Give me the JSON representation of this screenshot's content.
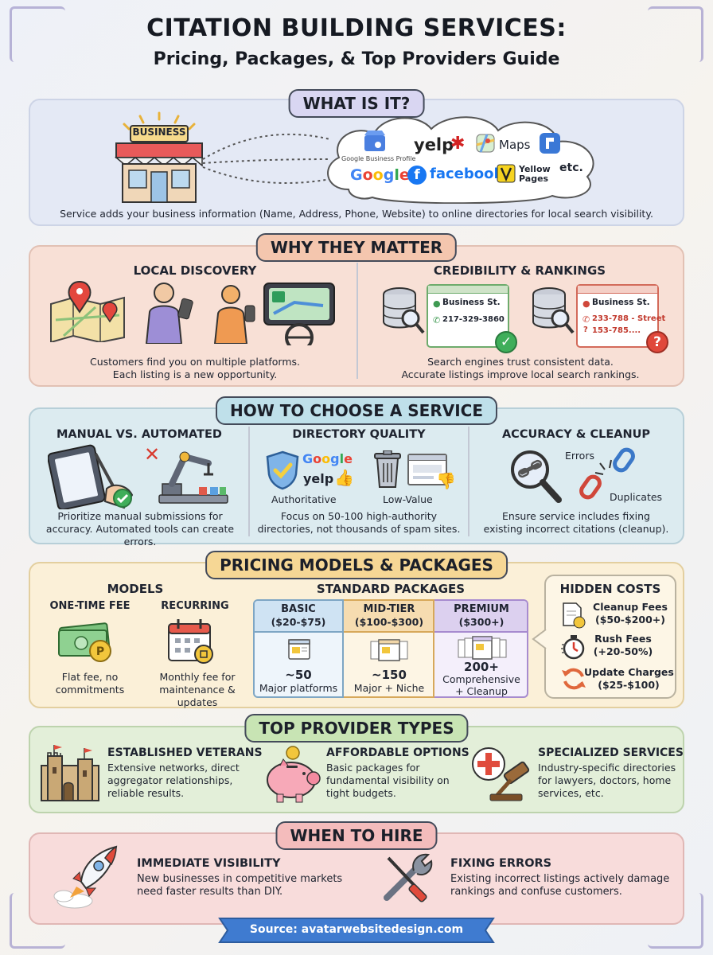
{
  "header": {
    "title": "CITATION BUILDING SERVICES:",
    "subtitle": "Pricing, Packages, & Top Providers Guide"
  },
  "what": {
    "heading": "WHAT IS IT?",
    "store_sign": "BUSINESS",
    "platforms": {
      "gbp": "Google Business Profile",
      "yelp": "yelp",
      "maps": "Maps",
      "google": "Google",
      "facebook": "facebook",
      "yp_line1": "Yellow",
      "yp_line2": "Pages",
      "etc": "etc."
    },
    "description": "Service adds your business information (Name, Address, Phone, Website) to online directories for local search visibility."
  },
  "why": {
    "heading": "WHY THEY MATTER",
    "local_title": "LOCAL DISCOVERY",
    "local_text": [
      "Customers find you on multiple platforms.",
      "Each listing is a new opportunity."
    ],
    "cred_title": "CREDIBILITY & RANKINGS",
    "card_good": {
      "name": "Business St.",
      "phone": "217-329-3860"
    },
    "card_bad": {
      "name": "Business St.",
      "phone": "233-788 - Street",
      "extra": "153-785...."
    },
    "cred_text": [
      "Search engines trust consistent data.",
      "Accurate listings improve local search rankings."
    ]
  },
  "choose": {
    "heading": "HOW TO CHOOSE A SERVICE",
    "manual_title": "MANUAL VS. AUTOMATED",
    "manual_text": [
      "Prioritize manual submissions for",
      "accuracy. Automated tools can create errors."
    ],
    "quality_title": "DIRECTORY QUALITY",
    "quality_google": "Google",
    "quality_yelp": "yelp",
    "auth_label": "Authoritative",
    "low_label": "Low-Value",
    "quality_text": [
      "Focus on 50-100 high-authority",
      "directories, not thousands of spam sites."
    ],
    "cleanup_title": "ACCURACY & CLEANUP",
    "errors_label": "Errors",
    "dupes_label": "Duplicates",
    "cleanup_text": [
      "Ensure service includes fixing",
      "existing incorrect citations (cleanup)."
    ]
  },
  "pricing": {
    "heading": "PRICING MODELS & PACKAGES",
    "models_title": "MODELS",
    "onetime_title": "ONE-TIME FEE",
    "onetime_text": [
      "Flat fee, no",
      "commitments"
    ],
    "recurring_title": "RECURRING",
    "recurring_text": [
      "Monthly fee for",
      "maintenance & updates"
    ],
    "packages_title": "STANDARD PACKAGES",
    "packages": [
      {
        "name": "BASIC",
        "price": "($20-$75)",
        "count": "~50",
        "desc": [
          "Major platforms"
        ],
        "color": "#cfe3f3"
      },
      {
        "name": "MID-TIER",
        "price": "($100-$300)",
        "count": "~150",
        "desc": [
          "Major + Niche"
        ],
        "color": "#f6dcb0"
      },
      {
        "name": "PREMIUM",
        "price": "($300+)",
        "count": "200+",
        "desc": [
          "Comprehensive",
          "+ Cleanup"
        ],
        "color": "#dcd0ef"
      }
    ],
    "hidden_title": "HIDDEN COSTS",
    "hidden": [
      {
        "label": "Cleanup Fees",
        "price": "($50-$200+)"
      },
      {
        "label": "Rush Fees",
        "price": "(+20-50%)"
      },
      {
        "label": "Update Charges",
        "price": "($25-$100)"
      }
    ]
  },
  "providers": {
    "heading": "TOP PROVIDER TYPES",
    "items": [
      {
        "title": "ESTABLISHED VETERANS",
        "text": [
          "Extensive networks, direct",
          "aggregator relationships,",
          "reliable results."
        ]
      },
      {
        "title": "AFFORDABLE OPTIONS",
        "text": [
          "Basic packages for",
          "fundamental visibility on",
          "tight budgets."
        ]
      },
      {
        "title": "SPECIALIZED SERVICES",
        "text": [
          "Industry-specific directories",
          "for lawyers, doctors, home",
          "services, etc."
        ]
      }
    ]
  },
  "hire": {
    "heading": "WHEN TO HIRE",
    "items": [
      {
        "title": "IMMEDIATE VISIBILITY",
        "text": [
          "New businesses in competitive markets",
          "need faster results than DIY."
        ]
      },
      {
        "title": "FIXING ERRORS",
        "text": [
          "Existing incorrect listings actively damage",
          "rankings and confuse customers."
        ]
      }
    ]
  },
  "footer": {
    "source": "Source: avatarwebsitedesign.com"
  }
}
